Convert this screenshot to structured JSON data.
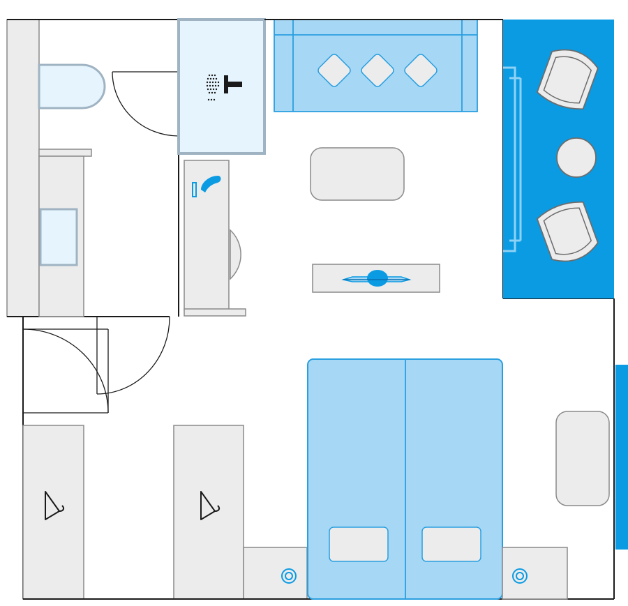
{
  "floor_plan": {
    "colors": {
      "wall": "#1a1a1a",
      "furniture_fill": "#ececec",
      "furniture_stroke": "#8a8a8a",
      "light_blue": "#a6d8f5",
      "light_blue_stroke": "#2a9fe0",
      "pale_blue": "#e6f4fd",
      "pale_blue_stroke": "#9fb3c2",
      "accent_blue": "#0a9be3",
      "balcony_line": "#8fd2f5",
      "dark_icon": "#1a1a1a",
      "background": "#ffffff"
    },
    "icons": [
      "shower-icon",
      "hair-dryer-icon",
      "clothes-hanger-icon",
      "lamp-icon",
      "safe-button-icon"
    ],
    "areas": [
      "bathroom",
      "entrance",
      "sitting-area",
      "balcony",
      "bedroom"
    ]
  }
}
